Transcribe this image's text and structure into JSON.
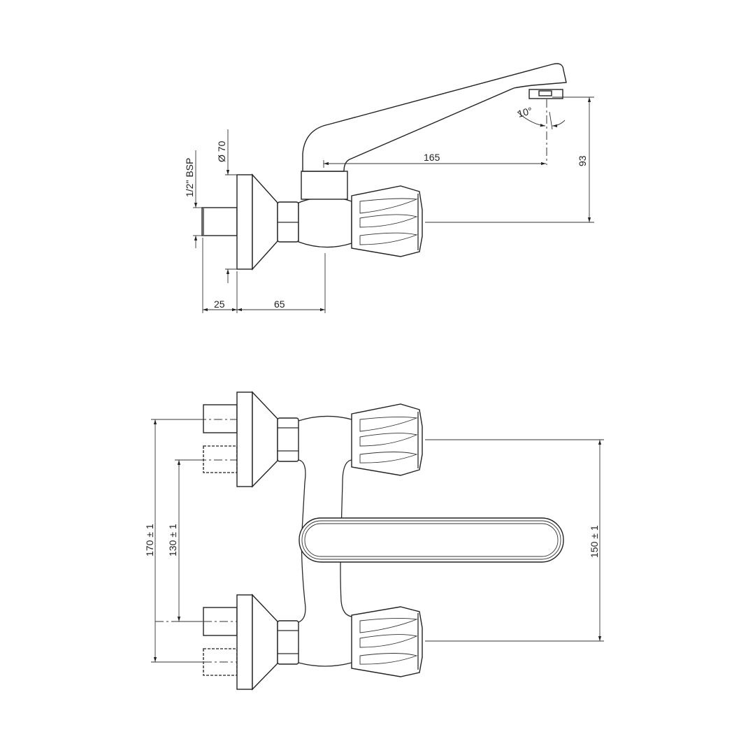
{
  "drawing": {
    "title": "Wall-mounted sink mixer – technical drawing",
    "views": {
      "side_view": {
        "labels": {
          "thread": "1/2\" BSP",
          "flange_diameter": "Ø 70",
          "angle": "10°",
          "spout_reach": "165",
          "spout_height": "93",
          "inlet_length": "25",
          "body_depth": "65"
        }
      },
      "top_view": {
        "labels": {
          "outer_centers": "170 ± 1",
          "inner_centers": "130 ± 1",
          "handle_centers": "150 ± 1"
        }
      }
    },
    "colors": {
      "line": "#2a2a2a",
      "background": "#ffffff"
    }
  }
}
